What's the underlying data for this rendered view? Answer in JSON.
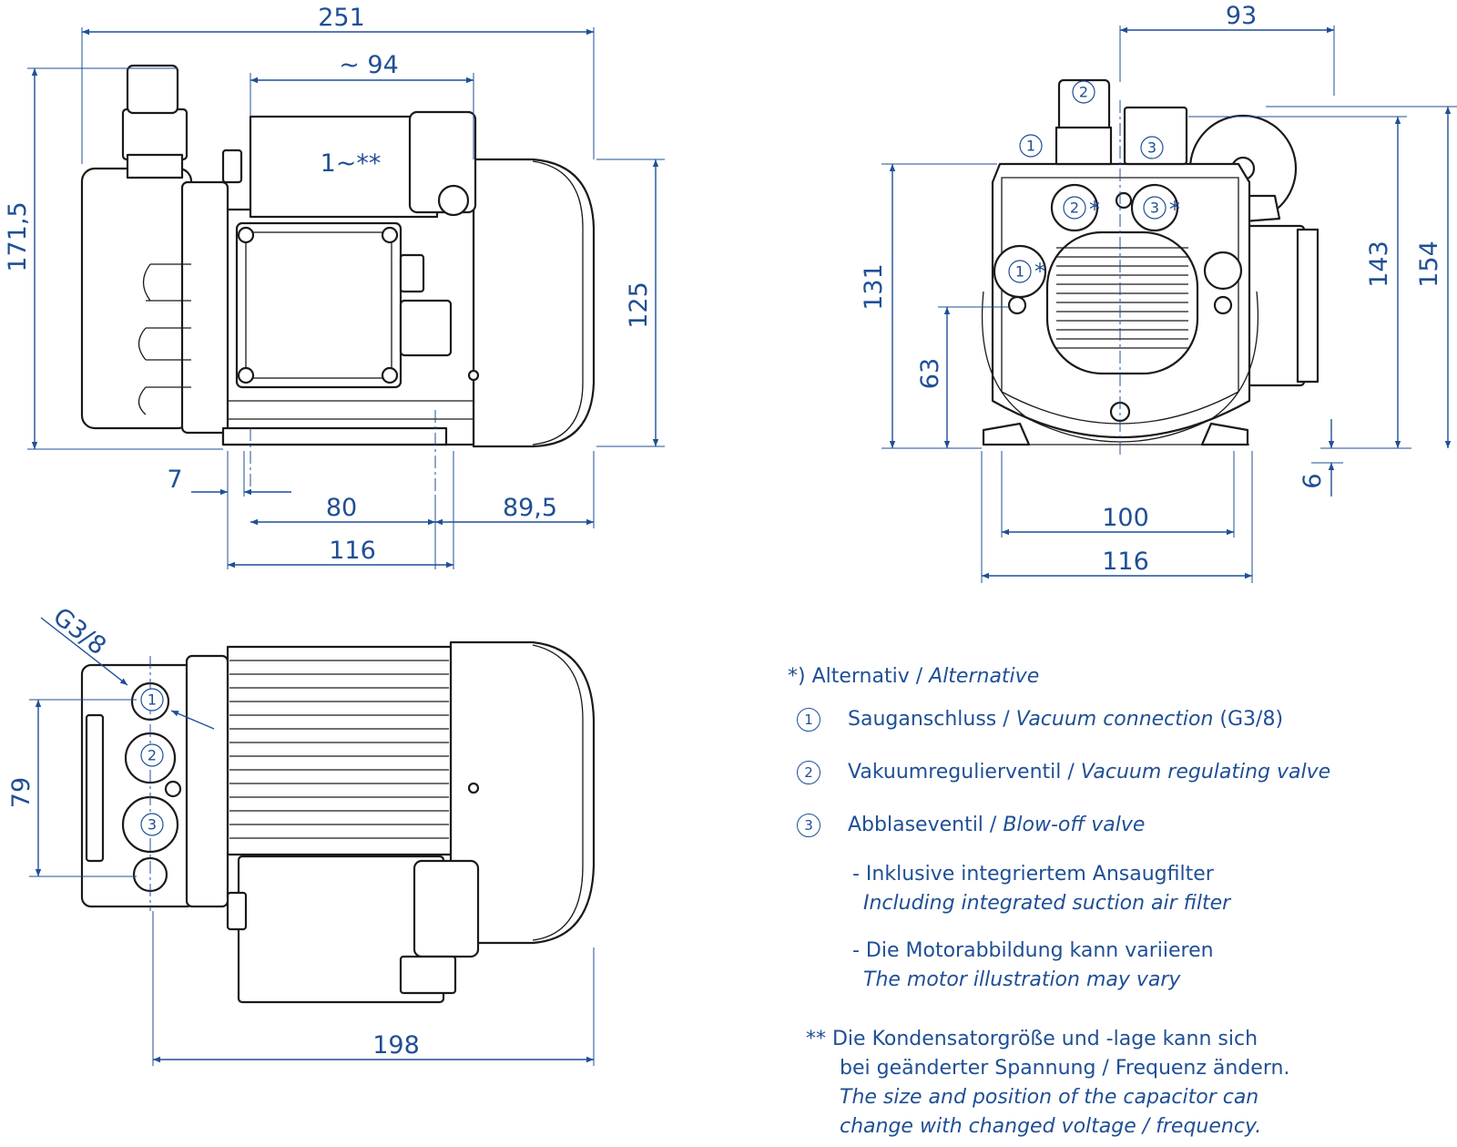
{
  "dimensions": {
    "side_overall_length": "251",
    "side_height": "171,5",
    "motor_length": "~ 94",
    "capacitor_label": "1~**",
    "motor_height": "125",
    "foot_offset": "7",
    "foot_spacing": "80",
    "motor_overhang": "89,5",
    "foot_total": "116",
    "front_width_right": "93",
    "front_height": "131",
    "front_axis_height": "63",
    "front_height_143": "143",
    "front_height_154": "154",
    "front_foot_height": "6",
    "front_foot_spacing": "100",
    "front_foot_total": "116",
    "top_thread": "G3/8",
    "top_port_spacing": "79",
    "top_length": "198"
  },
  "markers": {
    "one": "1",
    "two": "2",
    "three": "3",
    "star": "*"
  },
  "legend": {
    "alt_de": "*) Alternativ / ",
    "alt_en": "Alternative",
    "item1_num": "1",
    "item1_de": "Sauganschluss / ",
    "item1_en": "Vacuum connection",
    "item1_suffix": " (G3/8)",
    "item2_num": "2",
    "item2_de": "Vakuumregulierventil / ",
    "item2_en": "Vacuum regulating valve",
    "item3_num": "3",
    "item3_de": "Abblaseventil / ",
    "item3_en": "Blow-off valve",
    "note1_de": "- Inklusive integriertem Ansaugfilter",
    "note1_en": "Including integrated suction air filter",
    "note2_de": "- Die Motorabbildung kann variieren",
    "note2_en": "The motor illustration may vary",
    "note3_de_line1": "** Die Kondensatorgröße und -lage kann sich",
    "note3_de_line2": "bei geänderter Spannung / Frequenz ändern.",
    "note3_en_line1": "The size and position of the capacitor can",
    "note3_en_line2": "change with changed voltage / frequency."
  },
  "colors": {
    "dimension": "#1f4f95",
    "outline": "#1a1a1a"
  }
}
